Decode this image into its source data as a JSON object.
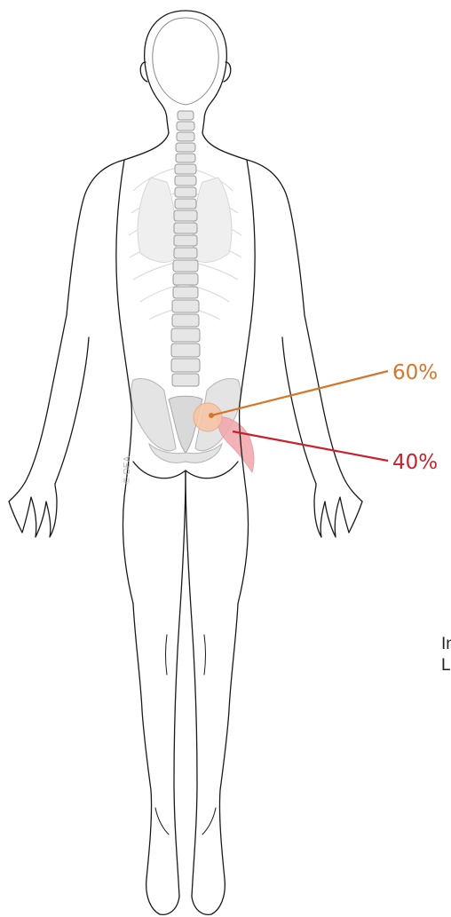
{
  "figure": {
    "callouts": [
      {
        "label": "60%",
        "color": "#d4762e"
      },
      {
        "label": "40%",
        "color": "#c8222e"
      }
    ],
    "copyright": "© OEA",
    "cut_text": [
      "In",
      "L"
    ]
  },
  "colors": {
    "body_outline": "#1a1a1a",
    "bone_fill": "#e2e2e2",
    "bone_stroke": "#a8a8a8",
    "ribs_faint": "#ececec",
    "highlight_primary": "#f6c6a6",
    "highlight_secondary": "#f2a5ab"
  }
}
